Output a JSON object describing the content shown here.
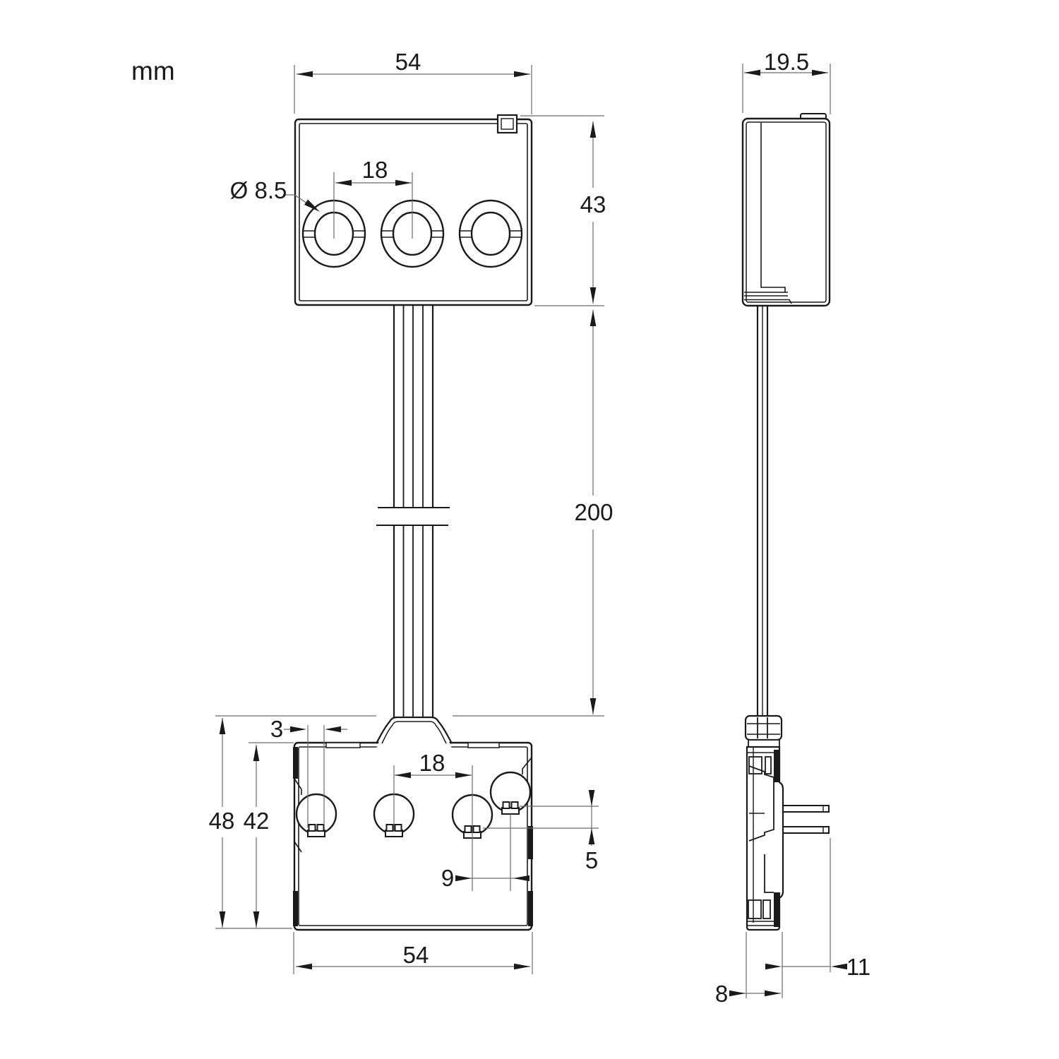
{
  "drawing": {
    "type": "technical-dimension-drawing",
    "views": [
      "front",
      "side"
    ],
    "style": {
      "background": "#ffffff",
      "object_line_color": "#1a1a1a",
      "dimension_line_color": "#6b6b6b"
    }
  },
  "dims": {
    "unit": "mm",
    "top_width": "54",
    "top_height": "43",
    "top_hole_spacing": "18",
    "hole_diameter": "Ø 8.5",
    "cable_length": "200",
    "side_depth": "19.5",
    "terminal_width": "3",
    "bottom_total_height": "48",
    "bottom_box_height": "42",
    "bottom_hole_spacing": "18",
    "terminal_pitch": "9",
    "terminal_offset": "5",
    "bottom_width": "54",
    "pin_length": "11",
    "side_body_width": "8"
  }
}
